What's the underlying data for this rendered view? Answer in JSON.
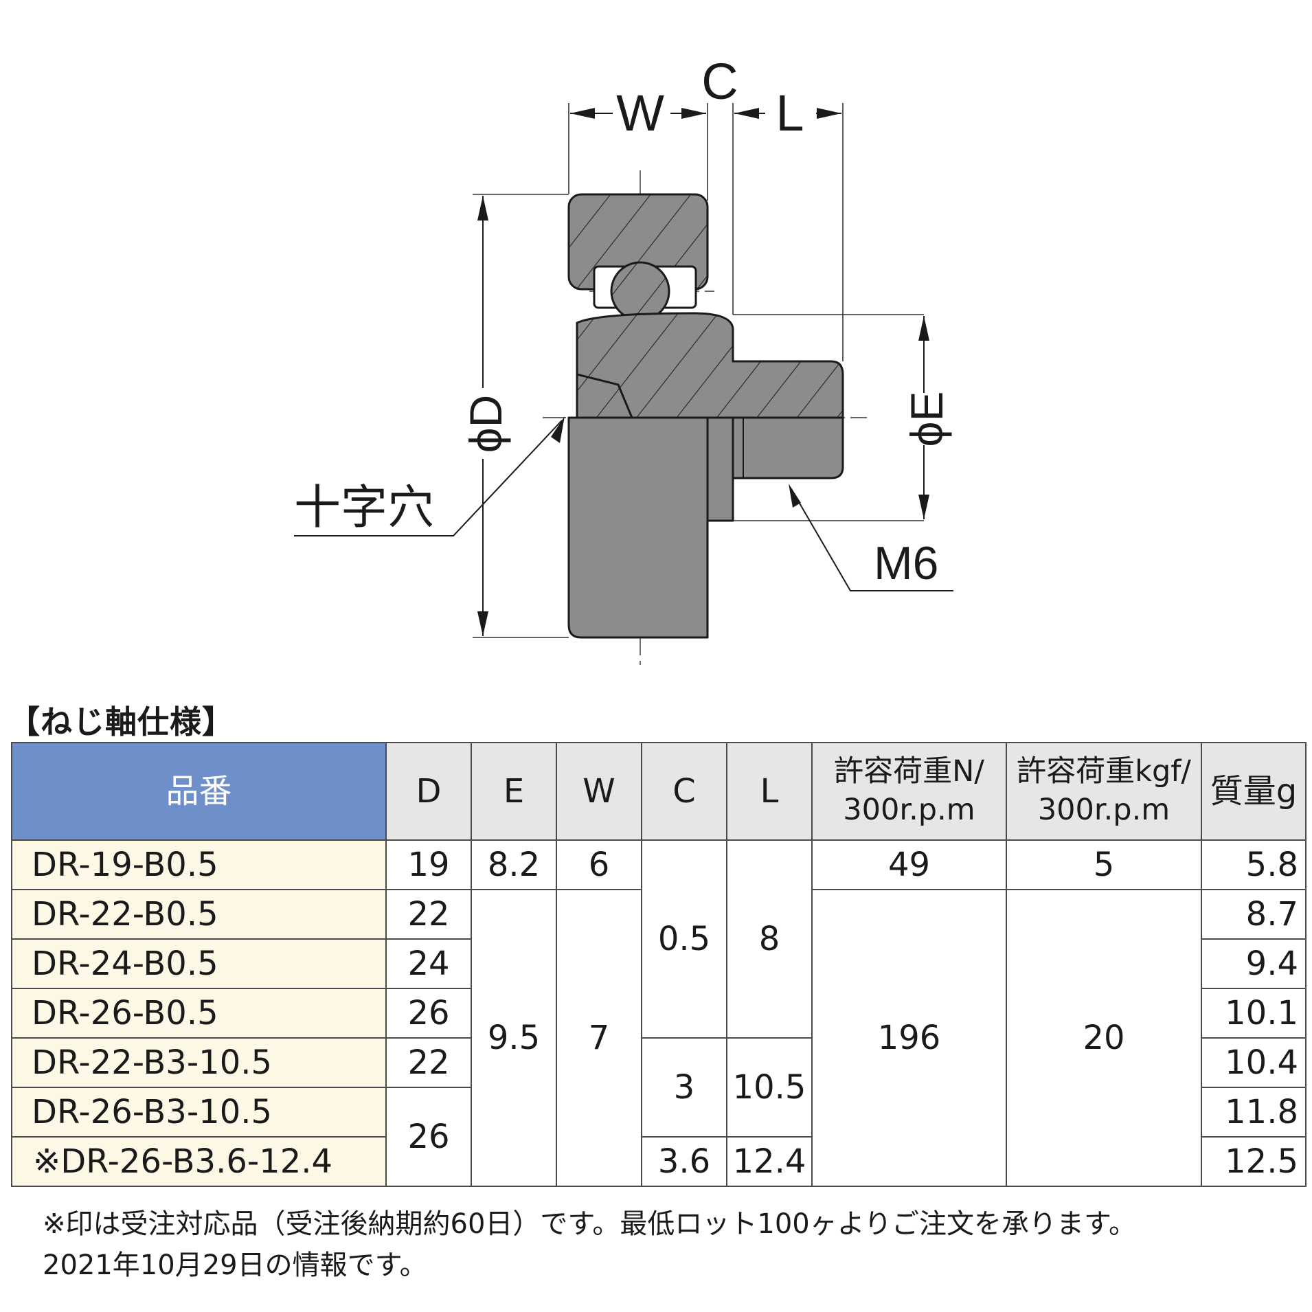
{
  "diagram": {
    "dim_labels": {
      "W": "W",
      "C": "C",
      "L": "L",
      "D": "ϕD",
      "E": "ϕE"
    },
    "callouts": {
      "cross_hole": "十字穴",
      "thread": "M6"
    }
  },
  "spec": {
    "title": "【ねじ軸仕様】",
    "headers": {
      "part": "品番",
      "D": "D",
      "E": "E",
      "W": "W",
      "C": "C",
      "L": "L",
      "load_n_1": "許容荷重N/",
      "load_n_2": "300r.p.m",
      "load_kgf_1": "許容荷重kgf/",
      "load_kgf_2": "300r.p.m",
      "mass": "質量g"
    },
    "rows": [
      {
        "part": "DR-19-B0.5",
        "D": "19",
        "E": "8.2",
        "W": "6",
        "C": "0.5",
        "L": "8",
        "load_n": "49",
        "load_kgf": "5",
        "mass": "5.8"
      },
      {
        "part": "DR-22-B0.5",
        "D": "22",
        "E": "9.5",
        "W": "7",
        "load_n": "196",
        "load_kgf": "20",
        "mass": "8.7"
      },
      {
        "part": "DR-24-B0.5",
        "D": "24",
        "mass": "9.4"
      },
      {
        "part": "DR-26-B0.5",
        "D": "26",
        "mass": "10.1"
      },
      {
        "part": "DR-22-B3-10.5",
        "D": "22",
        "C": "3",
        "L": "10.5",
        "mass": "10.4"
      },
      {
        "part": "DR-26-B3-10.5",
        "D": "26",
        "mass": "11.8"
      },
      {
        "part": "※DR-26-B3.6-12.4",
        "C": "3.6",
        "L": "12.4",
        "mass": "12.5"
      }
    ]
  },
  "notes": {
    "line1": "※印は受注対応品（受注後納期約60日）です。最低ロット100ヶよりご注文を承ります。",
    "line2": "2021年10月29日の情報です。"
  }
}
